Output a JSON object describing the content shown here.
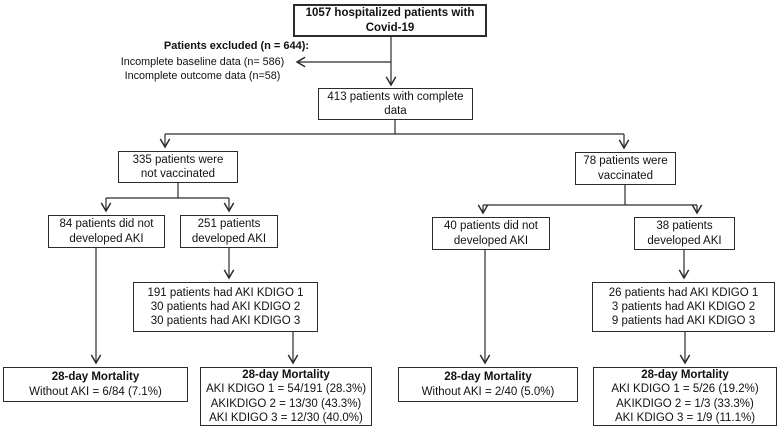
{
  "boxes": {
    "total_patients": {
      "lines": [
        "1057 hospitalized patients with",
        "Covid-19"
      ]
    },
    "excluded": {
      "heading": "Patients excluded (n = 644):",
      "lines": [
        "Incomplete baseline data (n= 586)",
        "Incomplete outcome data (n=58)"
      ]
    },
    "complete_data": {
      "lines": [
        "413 patients with complete",
        "data"
      ]
    },
    "not_vaccinated": {
      "lines": [
        "335 patients were",
        "not vaccinated"
      ]
    },
    "vaccinated": {
      "lines": [
        "78 patients were",
        "vaccinated"
      ]
    },
    "unvaccinated_no_aki": {
      "lines": [
        "84 patients did not",
        "developed AKI"
      ]
    },
    "unvaccinated_aki": {
      "lines": [
        "251 patients",
        "developed AKI"
      ]
    },
    "vaccinated_no_aki": {
      "lines": [
        "40 patients did not",
        "developed AKI"
      ]
    },
    "vaccinated_aki": {
      "lines": [
        "38 patients",
        "developed AKI"
      ]
    },
    "unvaccinated_kdigo": {
      "lines": [
        "191 patients had AKI KDIGO 1",
        "30 patients had AKI KDIGO 2",
        "30 patients had AKI KDIGO 3"
      ]
    },
    "vaccinated_kdigo": {
      "lines": [
        "26 patients had AKI KDIGO 1",
        "3 patients had AKI KDIGO 2",
        "9 patients had AKI KDIGO 3"
      ]
    },
    "mortality_unvaccinated_no_aki": {
      "heading": "28-day Mortality",
      "lines": [
        "Without AKI = 6/84 (7.1%)"
      ]
    },
    "mortality_unvaccinated_aki": {
      "heading": "28-day Mortality",
      "lines": [
        "AKI KDIGO 1 = 54/191 (28.3%)",
        "AKIKDIGO 2 = 13/30 (43.3%)",
        "AKI KDIGO 3 = 12/30 (40.0%)"
      ]
    },
    "mortality_vaccinated_no_aki": {
      "heading": "28-day Mortality",
      "lines": [
        "Without AKI = 2/40 (5.0%)"
      ]
    },
    "mortality_vaccinated_aki": {
      "heading": "28-day Mortality",
      "lines": [
        "AKI KDIGO 1 = 5/26 (19.2%)",
        "AKIKDIGO 2 = 1/3 (33.3%)",
        "AKI KDIGO 3 = 1/9 (11.1%)"
      ]
    }
  },
  "colors": {
    "border": "#2b2b2b",
    "line": "#2b2b2b",
    "text": "#111111",
    "background": "#ffffff"
  }
}
